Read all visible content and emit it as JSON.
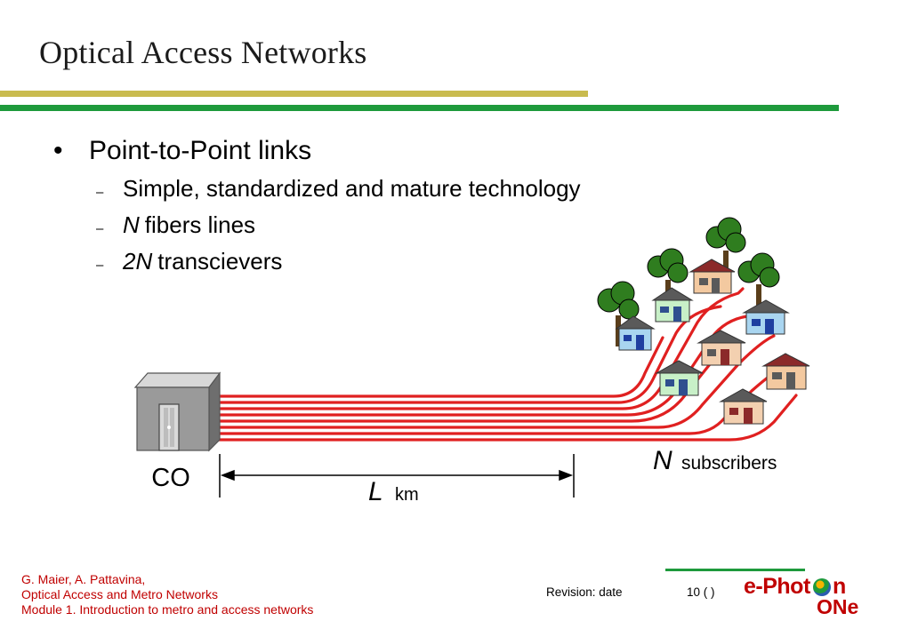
{
  "title": "Optical Access Networks",
  "bullets": {
    "main": "Point-to-Point links",
    "dot": "•",
    "dash": "–",
    "sub1": "Simple, standardized and mature technology",
    "sub2_italic": "N",
    "sub2_rest": "fibers lines",
    "sub3_italic": "2N",
    "sub3_rest": "transcievers"
  },
  "diagram": {
    "co_label": "CO",
    "length_var": "L",
    "length_unit": "km",
    "subs_var": "N",
    "subs_label": "subscribers",
    "fiber_color": "#e02020",
    "cabinet_color": "#8a8a8a"
  },
  "footer": {
    "authors": "G. Maier, A. Pattavina,",
    "course": "Optical Access and Metro Networks",
    "module": "Module 1. Introduction to metro and access networks",
    "revision": "Revision: date",
    "page": "10 (   )",
    "logo_part1": "e-Phot",
    "logo_part2": "n",
    "logo_part3": "ONe"
  }
}
